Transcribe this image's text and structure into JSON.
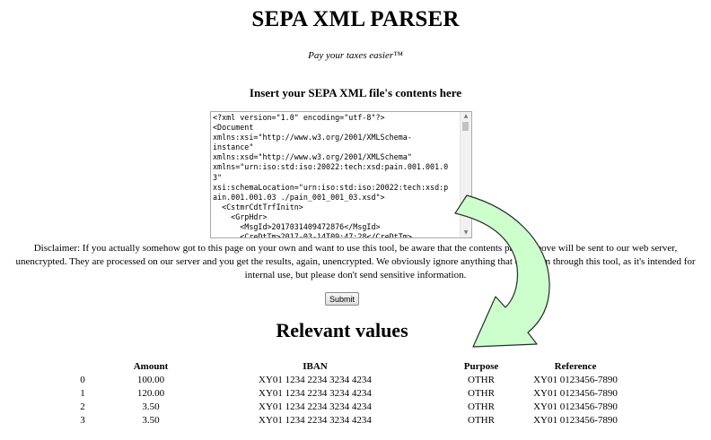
{
  "header": {
    "title": "SEPA XML PARSER",
    "tagline": "Pay your taxes easier™"
  },
  "input": {
    "heading": "Insert your SEPA XML file's contents here",
    "value": "<?xml version=\"1.0\" encoding=\"utf-8\"?>\n<Document\nxmlns:xsi=\"http://www.w3.org/2001/XMLSchema-\ninstance\"\nxmlns:xsd=\"http://www.w3.org/2001/XMLSchema\"\nxmlns=\"urn:iso:std:iso:20022:tech:xsd:pain.001.001.0\n3\"\nxsi:schemaLocation=\"urn:iso:std:iso:20022:tech:xsd:p\nain.001.001.03 ./pain_001_001_03.xsd\">\n  <CstmrCdtTrfInitn>\n    <GrpHdr>\n      <MsgId>2017031409472876</MsgId>\n      <CreDtTm>2017-03-14T09:47:28</CreDtTm>"
  },
  "disclaimer": "Disclaimer: If you actually somehow got to this page on your own and want to use this tool, be aware that the contents pasted above will be sent to our web server, unencrypted. They are processed on our server and you get the results, again, unencrypted. We obviously ignore anything that comes in through this tool, as it's intended for internal use, but please don't send sensitive information.",
  "submit_label": "Submit",
  "results": {
    "heading": "Relevant values",
    "columns": [
      "",
      "Amount",
      "IBAN",
      "Purpose",
      "Reference"
    ],
    "rows": [
      [
        "0",
        "100.00",
        "XY01 1234 2234 3234 4234",
        "OTHR",
        "XY01 0123456-7890"
      ],
      [
        "1",
        "120.00",
        "XY01 1234 2234 3234 4234",
        "OTHR",
        "XY01 0123456-7890"
      ],
      [
        "2",
        "3.50",
        "XY01 1234 2234 3234 4234",
        "OTHR",
        "XY01 0123456-7890"
      ],
      [
        "3",
        "3.50",
        "XY01 1234 2234 3234 4234",
        "OTHR",
        "XY01 0123456-7890"
      ]
    ]
  },
  "annotation": {
    "icon": "curved-arrow-icon",
    "fill": "#ccffcc",
    "stroke": "#2a2a2a"
  }
}
